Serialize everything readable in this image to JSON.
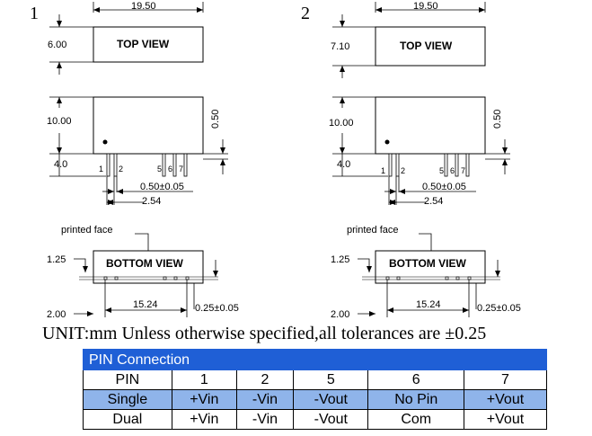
{
  "drawings": [
    {
      "number": "1",
      "width_label": "19.50",
      "top_height_label": "6.00",
      "top_view_label": "TOP VIEW",
      "body_height_label": "10.00",
      "pin_thickness_label": "0.50",
      "pin_length_label": "4.0",
      "pin_labels": [
        "1",
        "2",
        "5",
        "6",
        "7"
      ],
      "pin_width_label": "0.50±0.05",
      "pitch_label": "2.54",
      "printed_face_label": "printed face",
      "bottom_view_label": "BOTTOM VIEW",
      "bottom_offset_label": "1.25",
      "bottom_edge_label": "2.00",
      "bottom_span_label": "15.24",
      "bottom_tol_label": "0.25±0.05"
    },
    {
      "number": "2",
      "width_label": "19.50",
      "top_height_label": "7.10",
      "top_view_label": "TOP VIEW",
      "body_height_label": "10.00",
      "pin_thickness_label": "0.50",
      "pin_length_label": "4.0",
      "pin_labels": [
        "1",
        "2",
        "5",
        "6",
        "7"
      ],
      "pin_width_label": "0.50±0.05",
      "pitch_label": "2.54",
      "printed_face_label": "printed face",
      "bottom_view_label": "BOTTOM VIEW",
      "bottom_offset_label": "1.25",
      "bottom_edge_label": "2.00",
      "bottom_span_label": "15.24",
      "bottom_tol_label": "0.25±0.05"
    }
  ],
  "note": "UNIT:mm Unless otherwise specified,all tolerances are ±0.25",
  "pin_table": {
    "title": "PIN Connection",
    "header": [
      "PIN",
      "1",
      "2",
      "5",
      "6",
      "7"
    ],
    "rows": [
      [
        "Single",
        "+Vin",
        "-Vin",
        "-Vout",
        "No Pin",
        "+Vout"
      ],
      [
        "Dual",
        "+Vin",
        "-Vin",
        "-Vout",
        "Com",
        "+Vout"
      ]
    ],
    "colors": {
      "title_bg": "#1f5fd6",
      "single_row_bg": "#8fb4ea"
    }
  }
}
